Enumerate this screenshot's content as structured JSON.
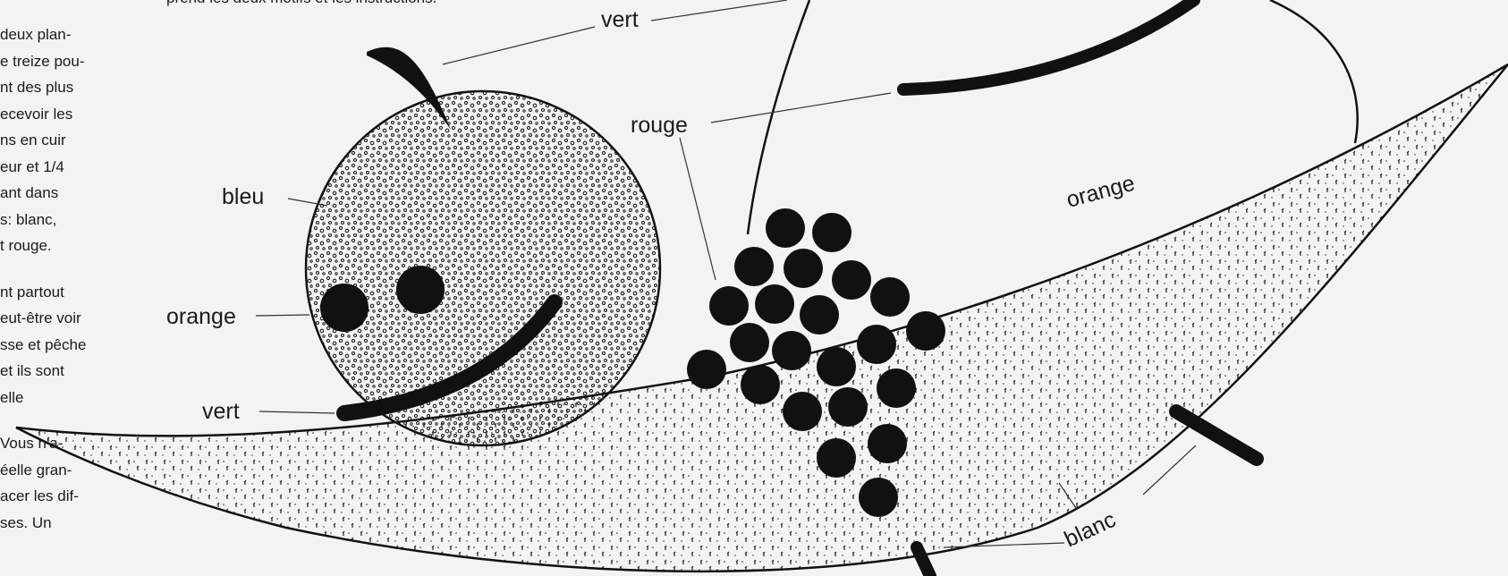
{
  "caption": "prend les deux motifs et les instructions.",
  "side_text": {
    "para1": [
      "deux plan-",
      "e treize pou-",
      "nt des plus",
      "ecevoir les",
      "ns en cuir",
      "eur et 1/4",
      "ant dans",
      "s: blanc,",
      "t rouge."
    ],
    "para2": [
      "nt partout",
      "eut-être voir",
      "sse et pêche",
      "et ils sont",
      "elle"
    ],
    "para3": [
      "Vous n'a-",
      "éelle gran-",
      "acer les dif-",
      "ses. Un"
    ]
  },
  "labels": {
    "vert_top": "vert",
    "rouge": "rouge",
    "bleu": "bleu",
    "orange_left": "orange",
    "vert_left": "vert",
    "orange_banana": "orange",
    "blanc": "blanc"
  }
}
